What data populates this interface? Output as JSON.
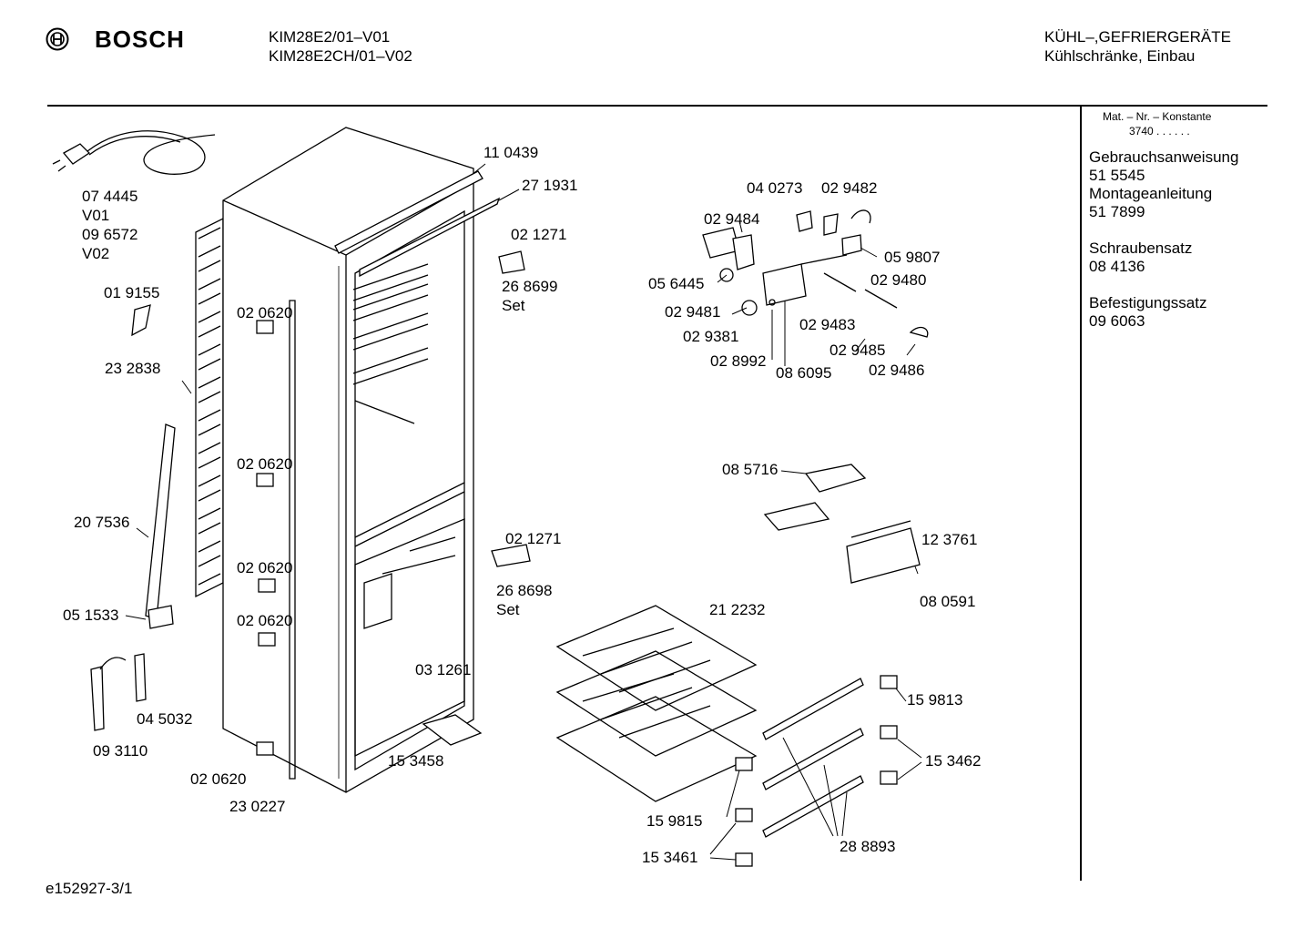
{
  "header": {
    "brand": "BOSCH",
    "model_line_1": "KIM28E2/01–V01",
    "model_line_2": "KIM28E2CH/01–V02",
    "category_line_1": "KÜHL–,GEFRIERGERÄTE",
    "category_line_2": "Kühlschränke, Einbau"
  },
  "sidebar": {
    "konstante_label": "Mat. – Nr. – Konstante",
    "konstante_value": "3740 . . . . . .",
    "items": [
      {
        "title": "Gebrauchsanweisung",
        "number": "51 5545"
      },
      {
        "title": "Montageanleitung",
        "number": "51 7899"
      },
      {
        "title": "Schraubensatz",
        "number": "08 4136"
      },
      {
        "title": "Befestigungssatz",
        "number": "09 6063"
      }
    ]
  },
  "footer": {
    "drawing_id": "e152927-3/1"
  },
  "parts": [
    "07 4445",
    "V01",
    "09 6572",
    "V02",
    "01 9155",
    "23 2838",
    "20 7536",
    "05 1533",
    "09 3110",
    "04 5032",
    "02 0620",
    "02 0620",
    "02 0620",
    "02 0620",
    "02 0620",
    "23 0227",
    "11 0439",
    "27 1931",
    "02 1271",
    "26 8699",
    "Set",
    "02 1271",
    "26 8698",
    "Set",
    "03 1261",
    "15 3458",
    "04 0273",
    "02 9482",
    "02 9484",
    "05 9807",
    "05 6445",
    "02 9480",
    "02 9481",
    "02 9483",
    "02 9381",
    "02 9485",
    "02 8992",
    "08 6095",
    "02 9486",
    "08 5716",
    "12 3761",
    "08 0591",
    "21 2232",
    "15 9813",
    "15 3462",
    "15 9815",
    "15 3461",
    "28 8893"
  ]
}
